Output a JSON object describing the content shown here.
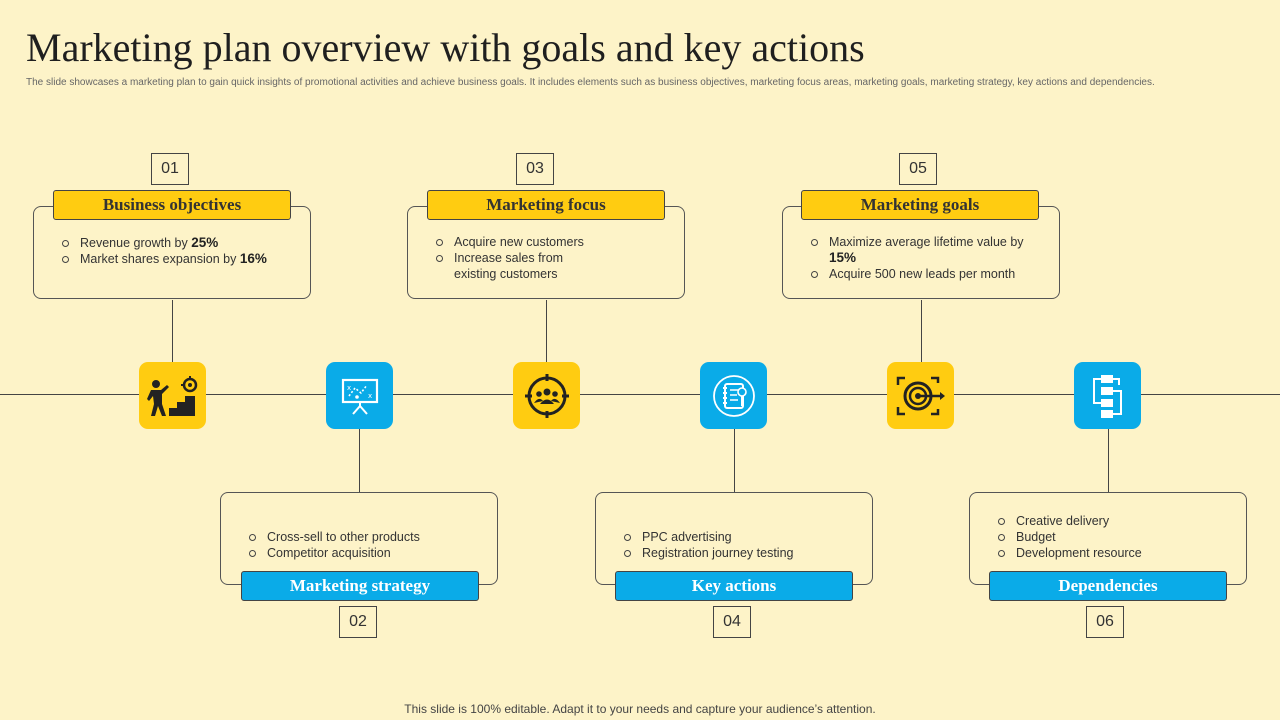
{
  "title": "Marketing plan overview with goals and key actions",
  "subtitle": "The slide showcases a marketing plan to gain quick insights of promotional activities and achieve business goals. It includes elements such as business objectives, marketing focus areas, marketing goals, marketing strategy, key actions and dependencies.",
  "footer": "This slide is 100% editable. Adapt it to your needs and capture your audience’s attention.",
  "colors": {
    "background": "#FDF3C8",
    "yellow": "#FFCC11",
    "blue": "#0AABE8"
  },
  "steps": [
    {
      "num": "01",
      "title": "Business objectives",
      "icon": "stairs-goal-icon",
      "items": [
        {
          "text": "Revenue growth by ",
          "bold": "25%"
        },
        {
          "text": "Market shares expansion by ",
          "bold": "16%"
        }
      ]
    },
    {
      "num": "02",
      "title": "Marketing strategy",
      "icon": "strategy-board-icon",
      "items": [
        {
          "text": "Cross-sell to other products",
          "bold": ""
        },
        {
          "text": "Competitor acquisition",
          "bold": ""
        }
      ]
    },
    {
      "num": "03",
      "title": "Marketing focus",
      "icon": "target-audience-icon",
      "items": [
        {
          "text": "Acquire new customers",
          "bold": ""
        },
        {
          "text": "Increase sales from existing customers",
          "bold": ""
        }
      ]
    },
    {
      "num": "04",
      "title": "Key actions",
      "icon": "notebook-checklist-icon",
      "items": [
        {
          "text": "PPC advertising",
          "bold": ""
        },
        {
          "text": "Registration journey testing",
          "bold": ""
        }
      ]
    },
    {
      "num": "05",
      "title": "Marketing goals",
      "icon": "bullseye-icon",
      "items": [
        {
          "text": "Maximize average lifetime value by ",
          "bold": "15%"
        },
        {
          "text": "Acquire 500 new leads per month",
          "bold": ""
        }
      ]
    },
    {
      "num": "06",
      "title": "Dependencies",
      "icon": "flowchart-icon",
      "items": [
        {
          "text": "Creative delivery",
          "bold": ""
        },
        {
          "text": "Budget",
          "bold": ""
        },
        {
          "text": "Development resource",
          "bold": ""
        }
      ]
    }
  ]
}
